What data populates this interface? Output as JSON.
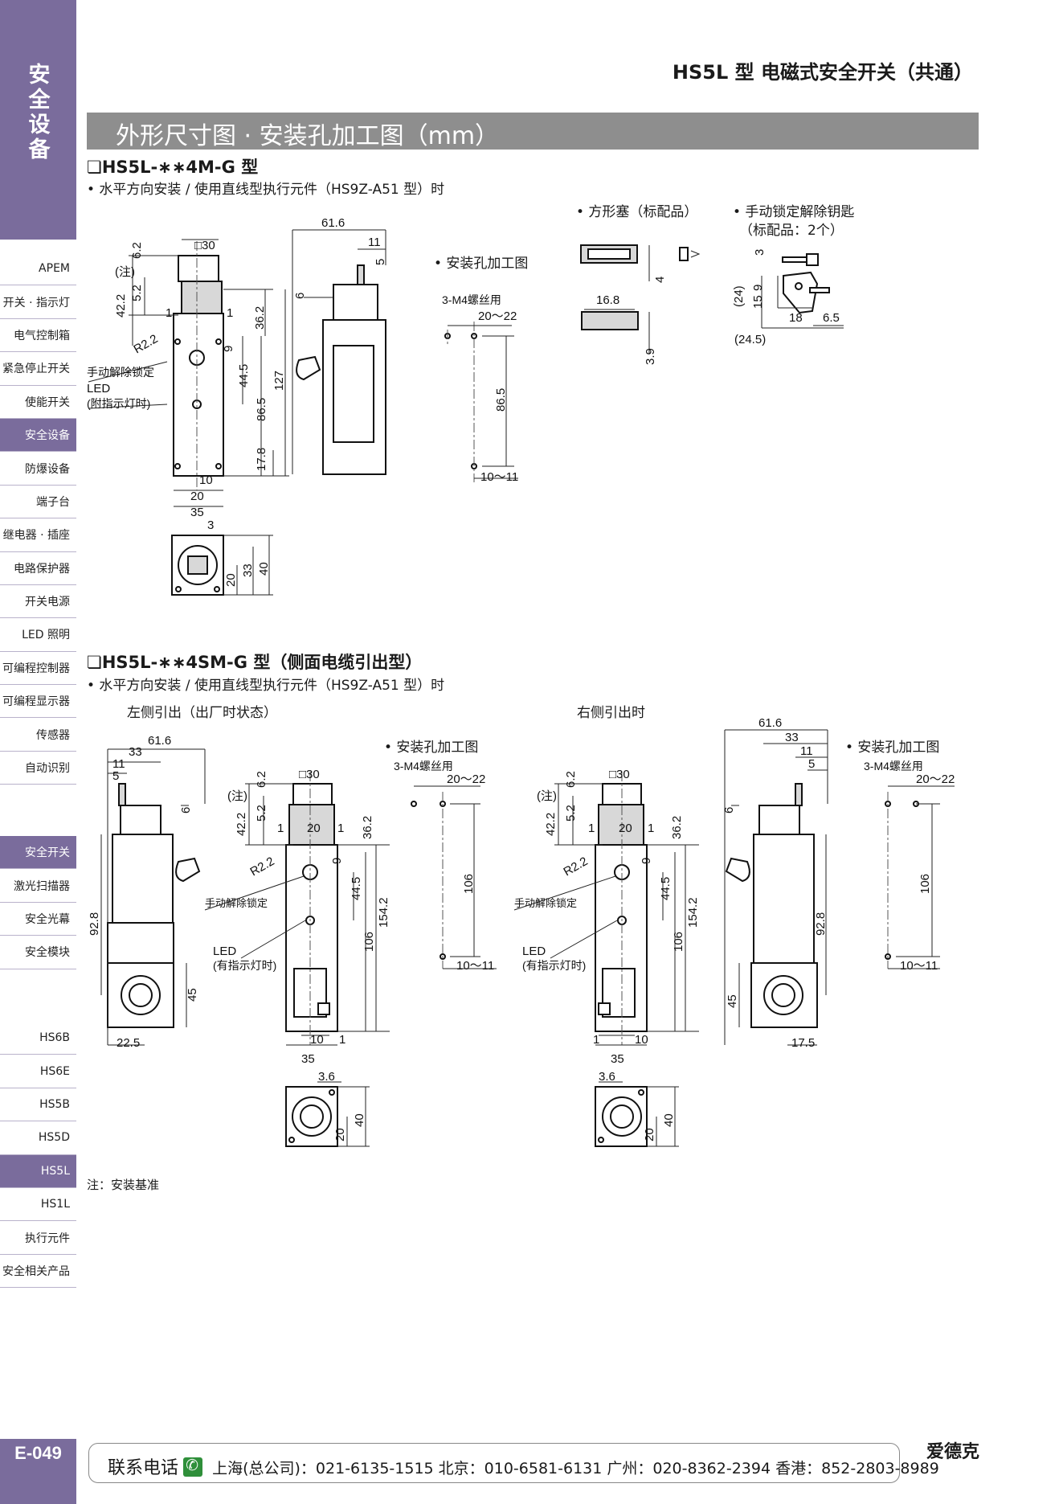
{
  "sidebar": {
    "category": "安全设备",
    "nav_top": [
      "APEM",
      "开关 · 指示灯",
      "电气控制箱",
      "紧急停止开关",
      "使能开关",
      "安全设备",
      "防爆设备",
      "端子台",
      "继电器 · 插座",
      "电路保护器",
      "开关电源",
      "LED 照明",
      "可编程控制器",
      "可编程显示器",
      "传感器",
      "自动识别"
    ],
    "nav_mid": [
      "安全开关",
      "激光扫描器",
      "安全光幕",
      "安全模块"
    ],
    "nav_bottom": [
      "HS6B",
      "HS6E",
      "HS5B",
      "HS5D",
      "HS5L",
      "HS1L",
      "执行元件",
      "安全相关产品"
    ],
    "page_number": "E-049"
  },
  "header": {
    "title": "HS5L 型 电磁式安全开关（共通）"
  },
  "section": {
    "title": "外形尺寸图 · 安装孔加工图（mm）"
  },
  "part1": {
    "model": "❏HS5L-∗∗4M-G 型",
    "subtitle": "• 水平方向安装 / 使用直线型执行元件（HS9Z-A51 型）时",
    "mount_label": "• 安装孔加工图",
    "square_plug_label": "• 方形塞（标配品）",
    "key_label_1": "• 手动锁定解除钥匙",
    "key_label_2": "（标配品：2个）",
    "manual_release": "手动解除锁定",
    "led": "LED",
    "led_note": "(附指示灯时)",
    "note_mark": "(注)",
    "screw": "3-M4螺丝用",
    "dims": {
      "sq30": "□30",
      "d6_2": "6.2",
      "d5_2": "5.2",
      "d42_2": "42.2",
      "d1a": "1",
      "d1b": "1",
      "r2_2": "R2.2",
      "d36_2": "36.2",
      "d9": "9",
      "d44_5": "44.5",
      "d86_5": "86.5",
      "d127": "127",
      "d17_8": "17.8",
      "d10": "10",
      "d20": "20",
      "d35": "35",
      "d3": "3",
      "d20b": "20",
      "d33": "33",
      "d40": "40",
      "d61_6": "61.6",
      "d11": "11",
      "d5": "5",
      "d6": "6",
      "m20_22": "20〜22",
      "m86_5": "86.5",
      "m10_11": "10〜11",
      "p16_8": "16.8",
      "p4": "4",
      "p3_9": "3.9",
      "k3": "3",
      "k24": "(24)",
      "k15": "15",
      "k9": "9",
      "k18": "18",
      "k6_5": "6.5",
      "k24_5": "(24.5)"
    }
  },
  "part2": {
    "model": "❏HS5L-∗∗4SM-G 型（侧面电缆引出型）",
    "subtitle": "• 水平方向安装 / 使用直线型执行元件（HS9Z-A51 型）时",
    "left_title": "左侧引出（出厂时状态）",
    "right_title": "右侧引出时",
    "mount_label": "• 安装孔加工图",
    "manual_release": "手动解除锁定",
    "led": "LED",
    "led_note": "(有指示灯时)",
    "note_mark": "(注)",
    "screw": "3-M4螺丝用",
    "dims": {
      "d61_6": "61.6",
      "d33": "33",
      "d11": "11",
      "d5": "5",
      "d6": "6",
      "d92_8": "92.8",
      "d45": "45",
      "d22_5": "22.5",
      "d17_5": "17.5",
      "sq30": "□30",
      "d6_2": "6.2",
      "d5_2": "5.2",
      "d42_2": "42.2",
      "d1": "1",
      "d20": "20",
      "d36_2": "36.2",
      "r2_2": "R2.2",
      "d9": "9",
      "d44_5": "44.5",
      "d106": "106",
      "d154_2": "154.2",
      "d10": "10",
      "d35": "35",
      "d3_6": "3.6",
      "d40": "40",
      "m20_22": "20〜22",
      "m106": "106",
      "m10_11": "10〜11"
    }
  },
  "note": "注：安装基准",
  "footer": {
    "lead": "联系电话",
    "contacts": "上海(总公司)：021-6135-1515  北京：010-6581-6131  广州：020-8362-2394  香港：852-2803-8989",
    "brand": "爱德克"
  }
}
